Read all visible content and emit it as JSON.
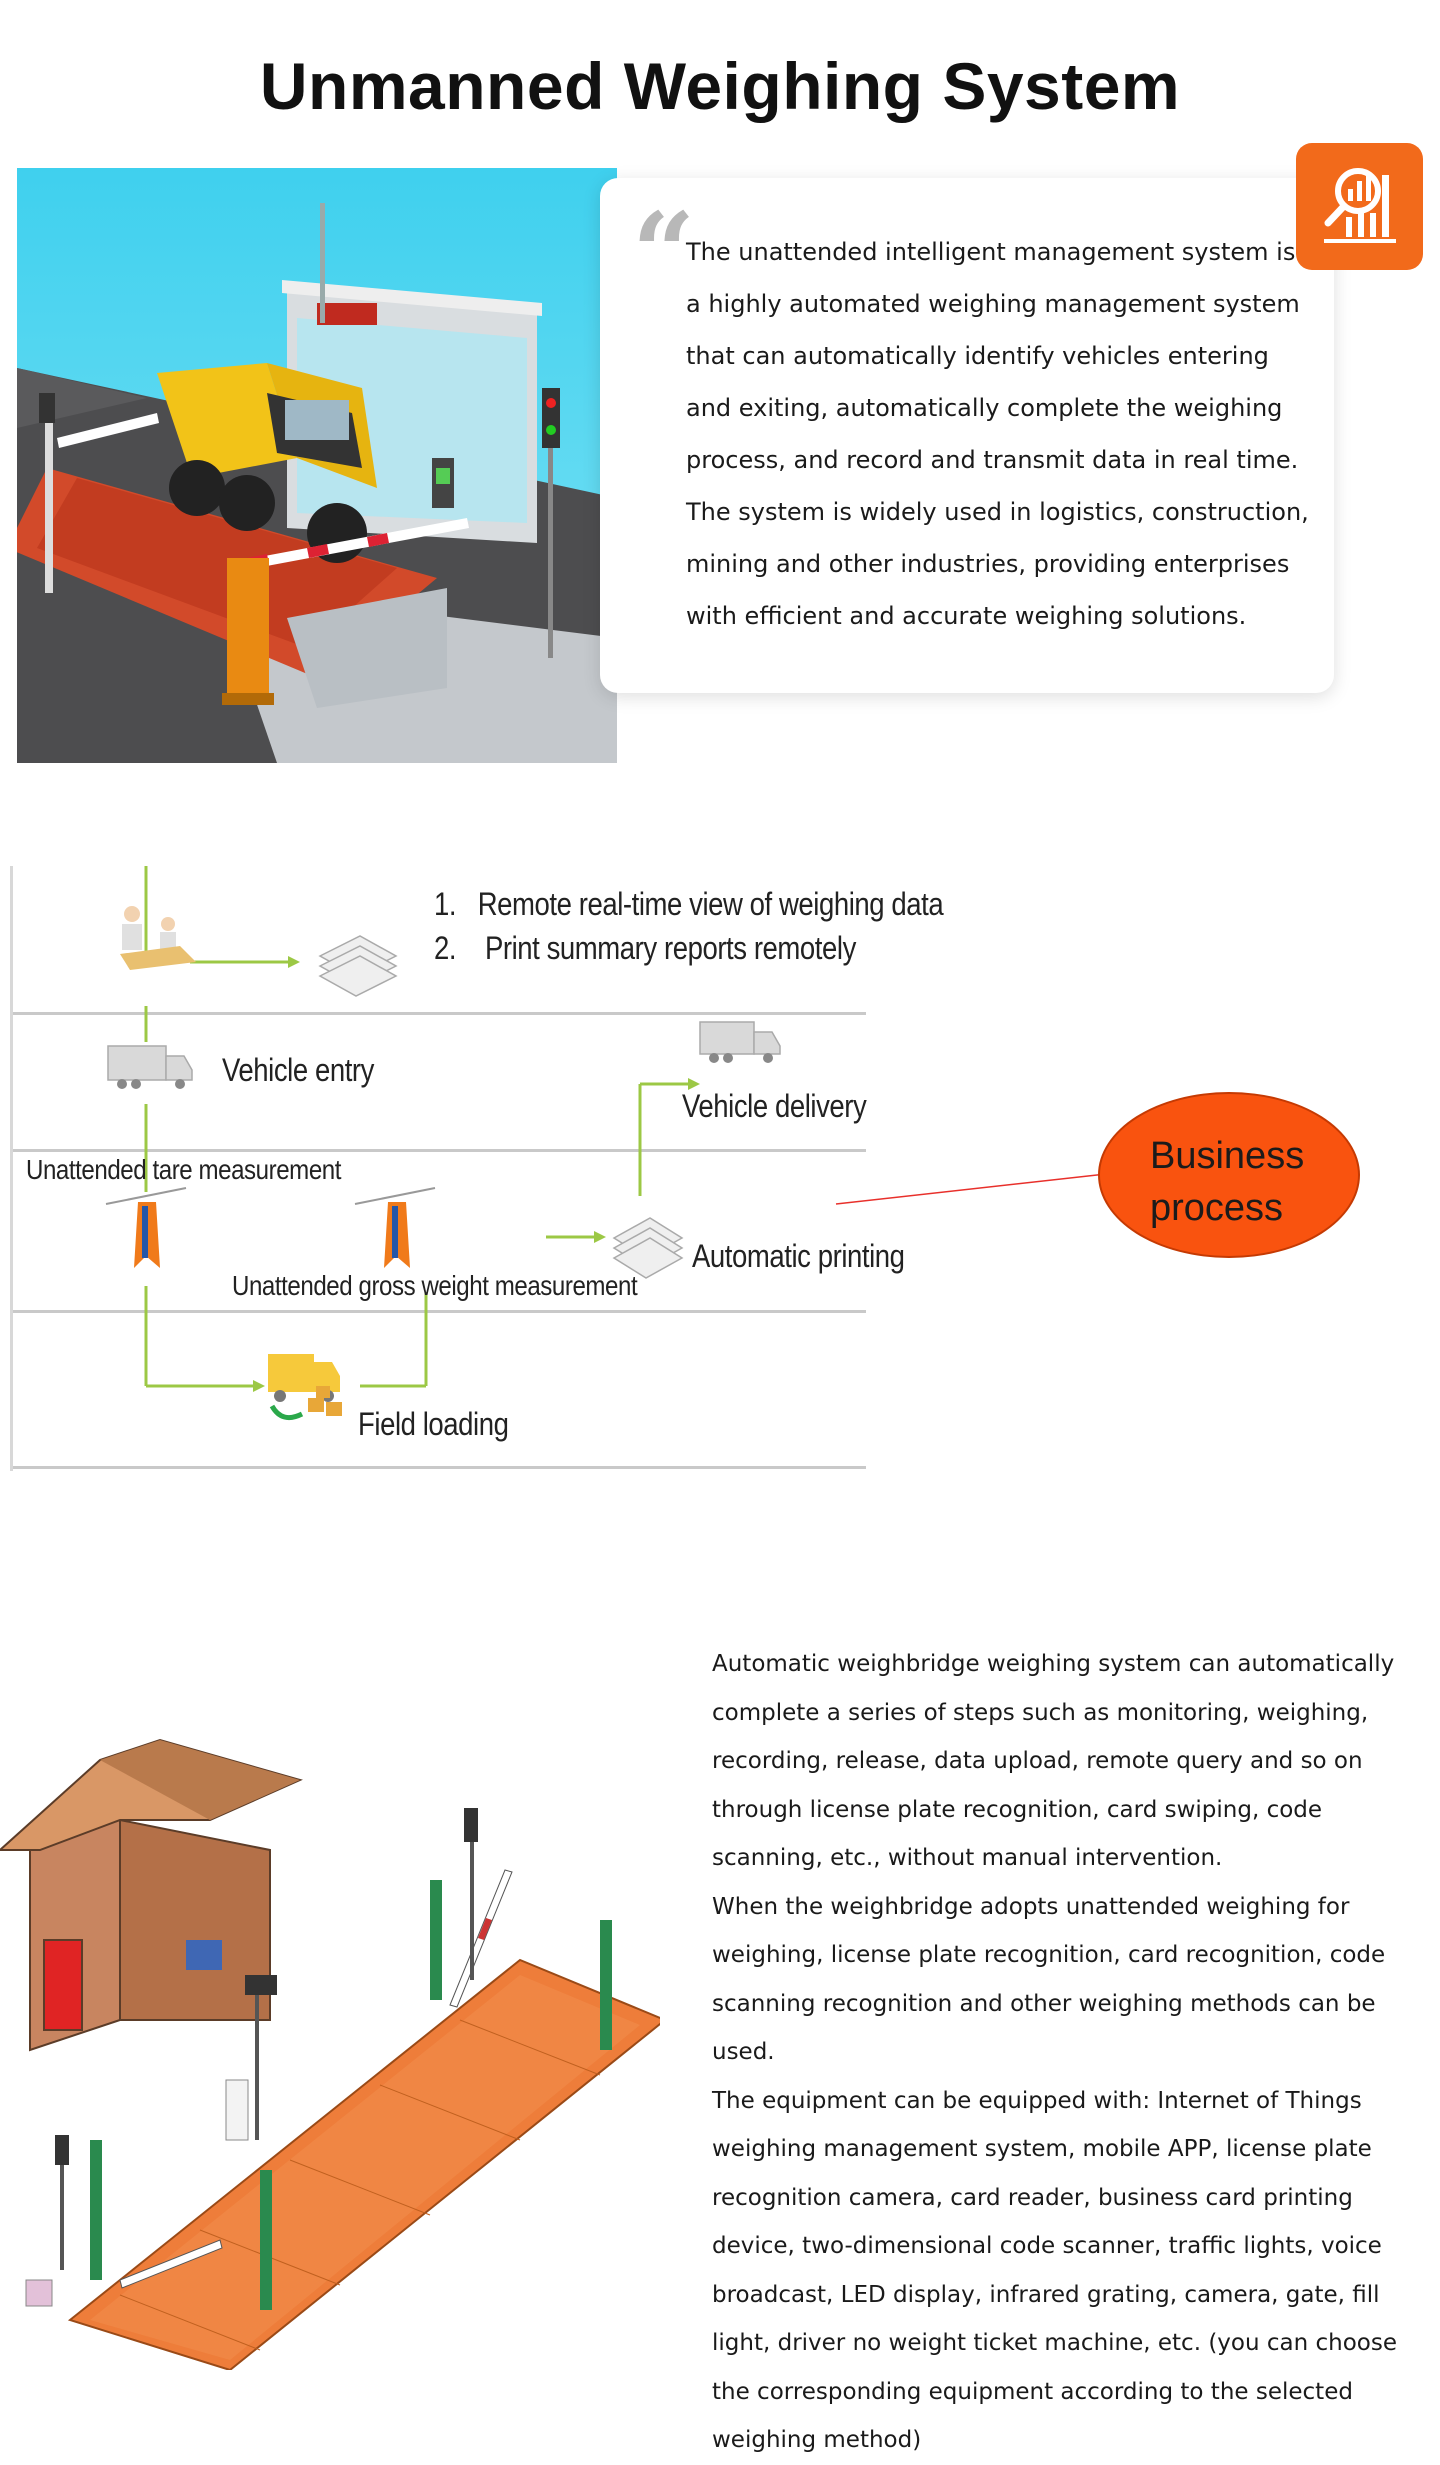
{
  "page": {
    "title": "Unmanned Weighing System"
  },
  "intro": {
    "quote_mark": "“",
    "text": "The unattended intelligent management system is a highly automated weighing management system that can automatically identify vehicles entering and exiting, automatically complete the weighing process, and record and transmit data in real time. The system is widely used in logistics, construction, mining and other industries, providing enterprises with efficient and accurate weighing solutions.",
    "badge_icon": "analytics-icon",
    "badge_color": "#f26a1b"
  },
  "process": {
    "list": [
      {
        "num": "1.",
        "text": "Remote real-time view of weighing data"
      },
      {
        "num": "2.",
        "text": "Print summary reports remotely"
      }
    ],
    "vehicle_entry": "Vehicle entry",
    "vehicle_delivery": "Vehicle delivery",
    "tare": "Unattended tare measurement",
    "gross": "Unattended gross weight measurement",
    "printing": "Automatic printing",
    "field_loading": "Field loading",
    "arrow_color": "#9cc845",
    "callout": {
      "text": "Business process",
      "color": "#f9530f"
    }
  },
  "details": {
    "paragraph1": "Automatic weighbridge weighing system can automatically complete a series of steps such as monitoring, weighing, recording, release, data upload, remote query and so on through license plate recognition, card swiping, code scanning, etc., without manual intervention.",
    "paragraph2": "When the weighbridge adopts unattended weighing for weighing, license plate recognition, card recognition, code scanning recognition and other weighing methods can be used.",
    "paragraph3": "The equipment can be equipped with: Internet of Things weighing management system, mobile APP, license plate recognition camera, card reader, business card printing device, two-dimensional code scanner, traffic lights, voice broadcast, LED display, infrared grating, camera, gate, fill light, driver no weight ticket machine, etc. (you can choose the corresponding equipment according to the selected weighing method)"
  }
}
